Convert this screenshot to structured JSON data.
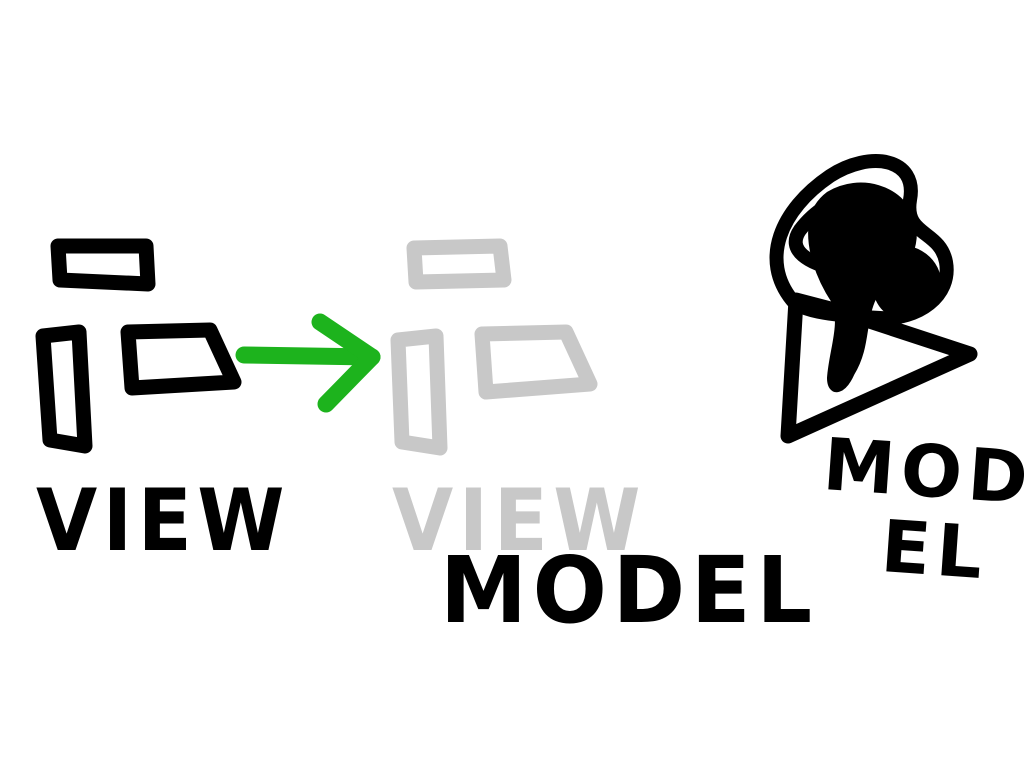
{
  "labels": {
    "view": "VIEW",
    "view_ghost": "VIEW",
    "model": "MODEL",
    "model_split_top": "MOD",
    "model_split_bottom": "EL"
  },
  "colors": {
    "ink": "#000000",
    "ghost": "#c8c8c8",
    "arrow": "#1db31d",
    "background": "#ffffff"
  },
  "icons": {
    "view_sketch": "window-outline-icon",
    "arrow": "arrow-right-icon",
    "ghost_view_sketch": "window-outline-icon",
    "model_blob": "scribble-icon"
  }
}
